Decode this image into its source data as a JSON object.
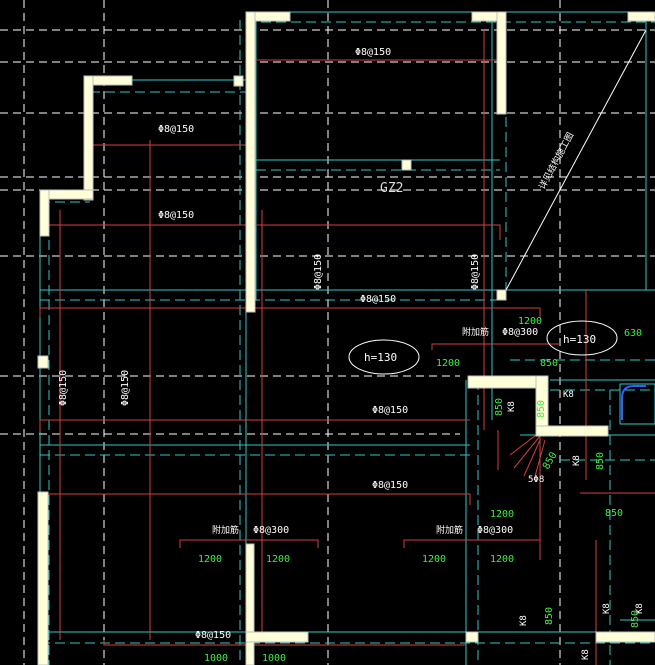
{
  "colors": {
    "background": "#000000",
    "wall_fill": "#ffffd8",
    "wall_edge": "#bfbfbf",
    "axis_line": "#ffffff",
    "cyan_line": "#31c6c6",
    "rebar_red": "#d04040",
    "label_white": "#ffffff",
    "label_green": "#3cf03c",
    "detail_blue": "#3060ff"
  },
  "labels": {
    "rebar_top": "Φ8@150",
    "rebar_row2": "Φ8@150",
    "rebar_row3": "Φ8@150",
    "column_tag": "GZ2",
    "rebar_vert_center": "Φ8@150",
    "rebar_vert_right": "Φ8@150",
    "rebar_row4": "Φ8@150",
    "rebar_vert_left": "Φ8@150",
    "rebar_vert_left2": "Φ8@150",
    "rebar_row5": "Φ8@150",
    "rebar_row6": "Φ8@150",
    "rebar_bottom": "Φ8@150",
    "stair_note": "详见结构施工图",
    "slab_thickness_1": "h=130",
    "slab_thickness_2": "h=130",
    "extra_bar_1": "附加筋",
    "extra_bar_1_spec": "Φ8@300",
    "extra_bar_2": "附加筋",
    "extra_bar_2_spec": "Φ8@300",
    "extra_bar_3": "附加筋",
    "extra_bar_3_spec": "Φ8@300",
    "k8_a": "K8",
    "k8_b": "K8",
    "k8_c": "K8",
    "k8_d": "K8",
    "k8_e": "K8",
    "k8_f": "K8",
    "k8_g": "K8",
    "bars_5": "5Φ8"
  },
  "dims": {
    "d1200_a": "1200",
    "d1200_b": "1200",
    "d630": "630",
    "d850_a": "850",
    "d850_b": "850",
    "d850_c": "850",
    "d850_d": "850",
    "d850_e": "850",
    "d850_f": "850",
    "d850_g": "850",
    "d850_h": "850",
    "d1200_c": "1200",
    "d1200_d": "1200",
    "d1200_e": "1200",
    "d1200_f": "1200",
    "d1200_g": "1200",
    "d1000_a": "1000",
    "d1000_b": "1000"
  }
}
